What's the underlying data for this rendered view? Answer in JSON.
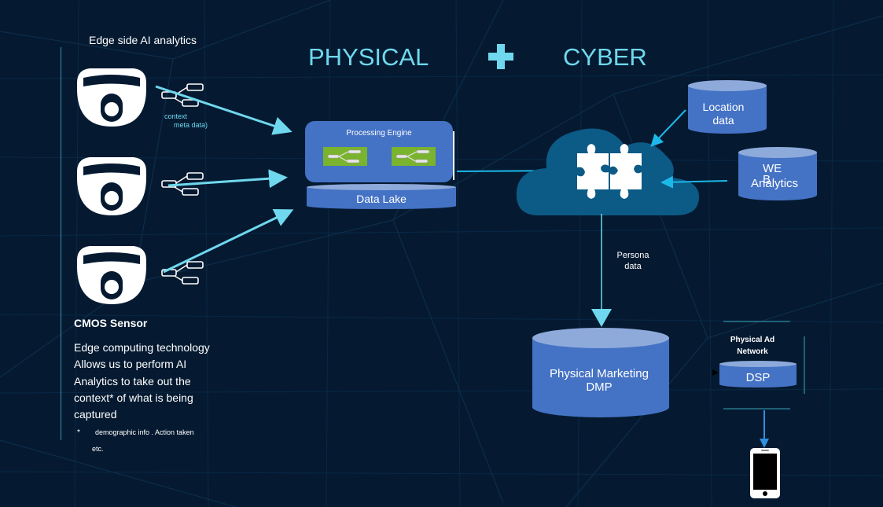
{
  "header": {
    "left_title": "PHYSICAL",
    "plus_symbol": "plus-icon",
    "right_title": "CYBER"
  },
  "edge": {
    "section_title": "Edge side AI analytics",
    "context_label_line1": "context",
    "context_label_line2": "meta data)",
    "cameras": [
      {
        "icon": "dome-camera-icon"
      },
      {
        "icon": "dome-camera-icon"
      },
      {
        "icon": "dome-camera-icon"
      }
    ],
    "sensor_title": "CMOS Sensor",
    "description_lines": [
      "Edge computing technology",
      "Allows us to perform AI",
      "Analytics to take out the",
      "context* of what is being",
      "captured"
    ],
    "footnote_marker": "*",
    "footnote_line1": "demographic info .  Action taken",
    "footnote_line2": "etc."
  },
  "processing": {
    "engine_label": "Processing Engine",
    "data_lake_label": "Data Lake"
  },
  "cyber": {
    "cloud_icon": "cloud-icon",
    "puzzle_icon": "puzzle-icon",
    "location_db_line1": "Location",
    "location_db_line2": "data",
    "web_db_line1": "WE",
    "web_db_line1b": "B",
    "web_db_line2": "Analytics",
    "persona_line1": "Persona",
    "persona_line2": "data"
  },
  "dmp": {
    "line1": "Physical Marketing",
    "line2": "DMP"
  },
  "ad_network": {
    "title_line1": "Physical Ad",
    "title_line2": "Network",
    "dsp_label": "DSP",
    "device_icon": "smartphone-icon"
  },
  "colors": {
    "background": "#051a31",
    "accent_cyan": "#6fd8ee",
    "arrow_blue": "#1cb8e8",
    "db_blue": "#4472c4",
    "db_top": "#8eaadb",
    "cloud": "#0c5a86",
    "node_green": "#7ab32e"
  }
}
